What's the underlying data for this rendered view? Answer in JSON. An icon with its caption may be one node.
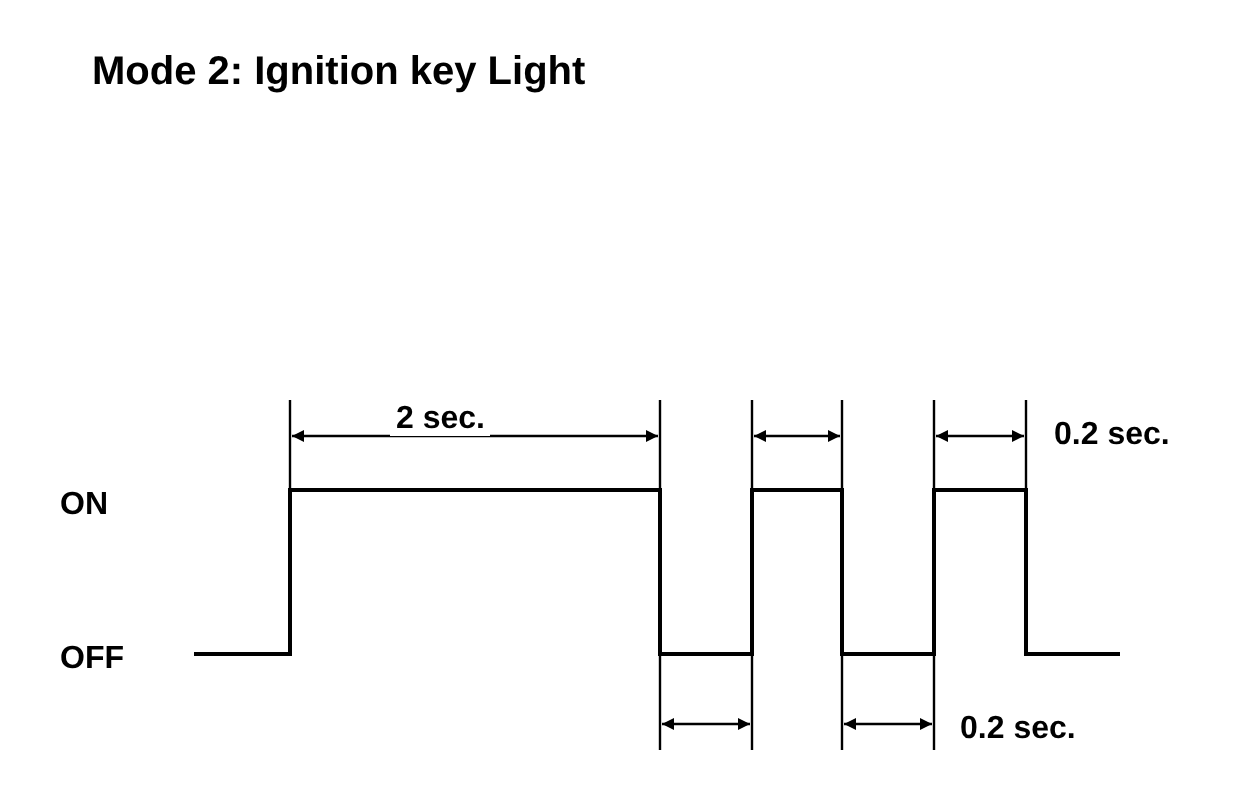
{
  "diagram": {
    "title": "Mode 2: Ignition key Light",
    "labels": [
      "2 sec.",
      "0.2 sec.",
      "ON",
      "OFF",
      "0.2 sec."
    ]
  }
}
